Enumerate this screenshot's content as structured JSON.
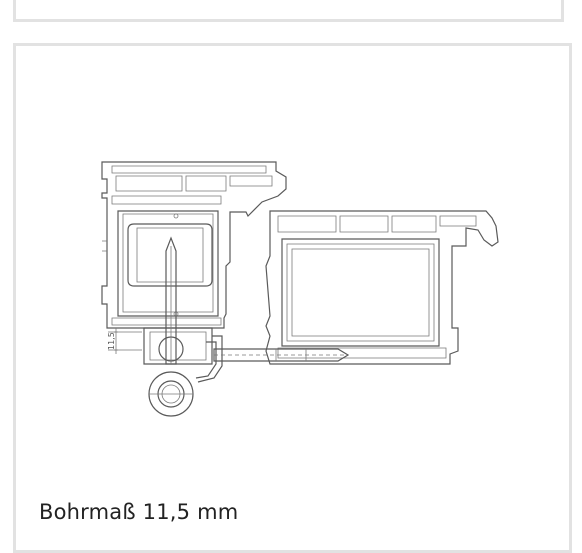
{
  "caption": "Bohrmaß 11,5 mm",
  "dimension_label": "11,5",
  "icons": [
    "window-profile-drawing"
  ]
}
